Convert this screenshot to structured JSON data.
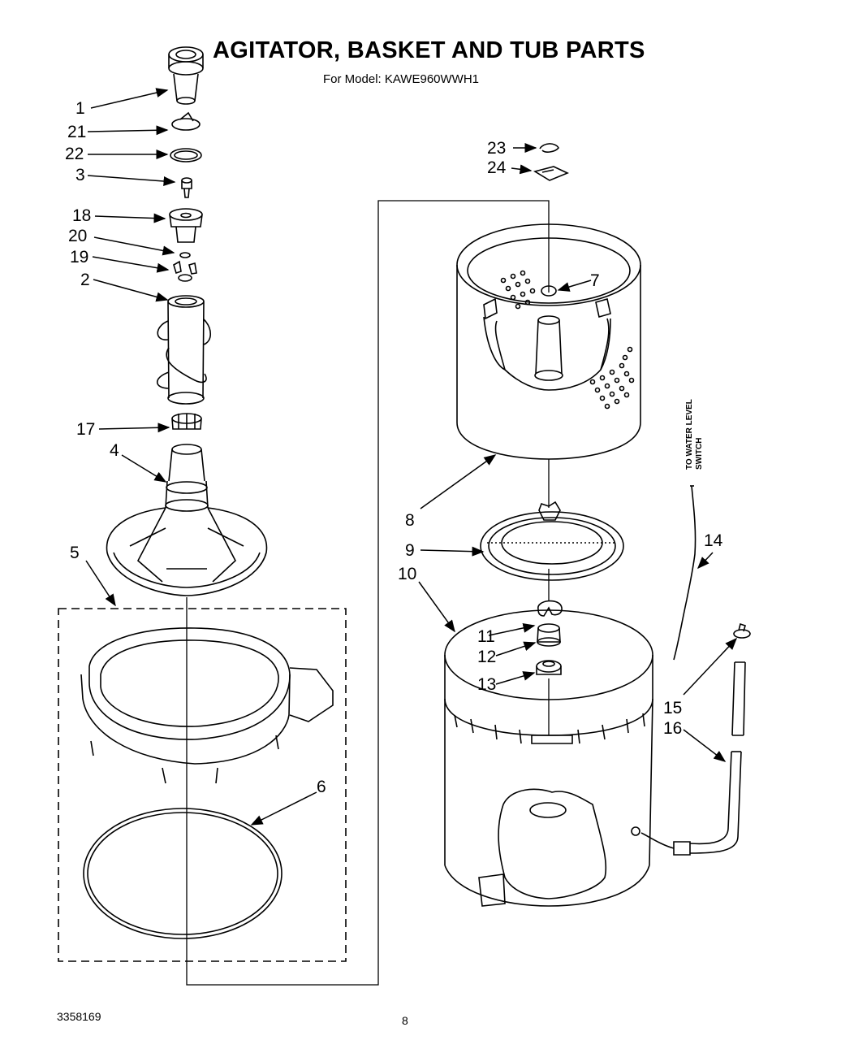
{
  "header": {
    "title": "AGITATOR, BASKET AND TUB PARTS",
    "subtitle": "For Model: KAWE960WWH1"
  },
  "annotations": {
    "water_level_line1": "TO WATER LEVEL",
    "water_level_line2": "SWITCH"
  },
  "callouts": [
    "1",
    "21",
    "22",
    "3",
    "18",
    "20",
    "19",
    "2",
    "17",
    "4",
    "5",
    "6",
    "23",
    "24",
    "7",
    "8",
    "9",
    "10",
    "11",
    "12",
    "13",
    "14",
    "15",
    "16"
  ],
  "footer": {
    "doc_number": "3358169",
    "page_number": "8"
  }
}
